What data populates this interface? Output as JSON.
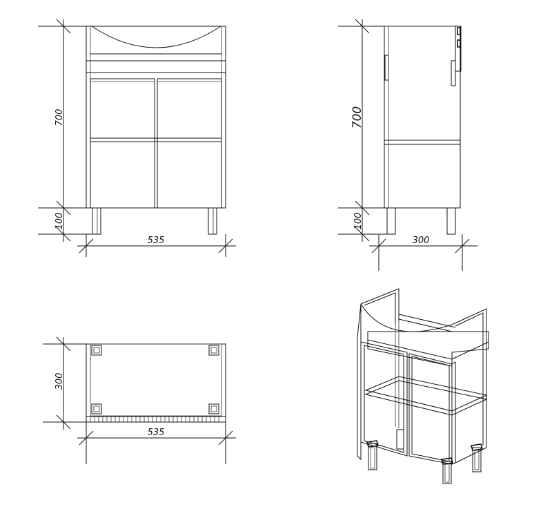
{
  "dimensions": {
    "height_body": "700",
    "height_legs": "100",
    "width": "535",
    "depth": "300"
  },
  "views": [
    {
      "name": "front-view"
    },
    {
      "name": "side-view"
    },
    {
      "name": "top-view"
    },
    {
      "name": "isometric-view"
    }
  ],
  "colors": {
    "line": "#111111",
    "background": "#ffffff"
  }
}
